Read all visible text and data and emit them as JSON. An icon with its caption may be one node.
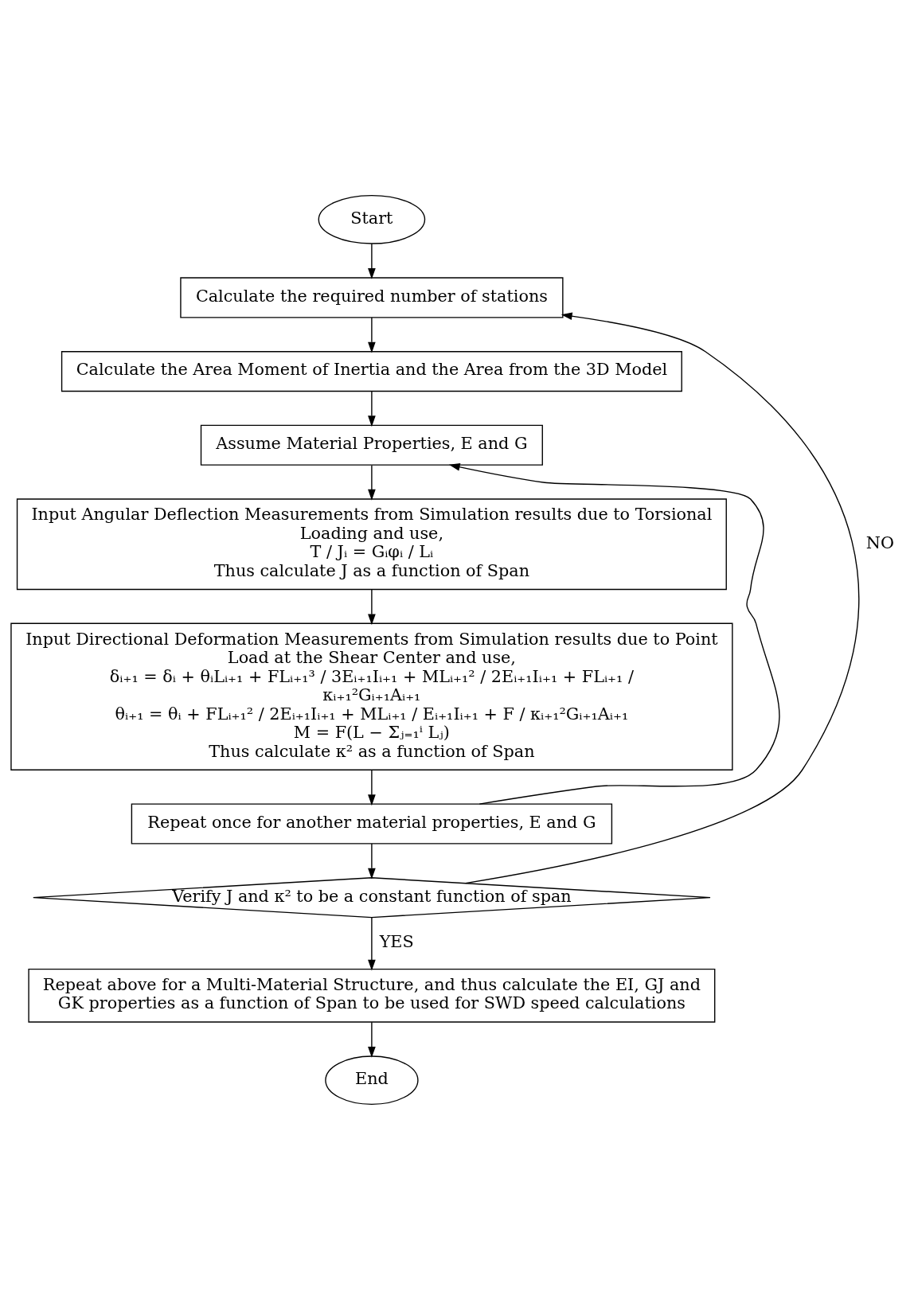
{
  "diagram": {
    "nodes": [
      {
        "text": [
          "Start"
        ]
      },
      {
        "text": [
          "Calculate the required number of stations"
        ]
      },
      {
        "text": [
          "Calculate the Area Moment of Inertia and the Area from the 3D Model"
        ]
      },
      {
        "text": [
          "Assume Material Properties, E and G"
        ]
      },
      {
        "text": [
          "Input Angular Deflection Measurements from Simulation results due to Torsional Loading and use,",
          "T / Jᵢ = Gᵢφᵢ / Lᵢ",
          "Thus calculate J as a function of Span"
        ]
      },
      {
        "text": [
          "Input Directional Deformation Measurements from Simulation results due to Point Load at the Shear Center and use,",
          "δᵢ₊₁ = δᵢ + θᵢLᵢ₊₁ + FLᵢ₊₁³ / 3Eᵢ₊₁Iᵢ₊₁ + MLᵢ₊₁² / 2Eᵢ₊₁Iᵢ₊₁ + FLᵢ₊₁ / κᵢ₊₁²Gᵢ₊₁Aᵢ₊₁",
          "θᵢ₊₁ = θᵢ + FLᵢ₊₁² / 2Eᵢ₊₁Iᵢ₊₁ + MLᵢ₊₁ / Eᵢ₊₁Iᵢ₊₁ + F / κᵢ₊₁²Gᵢ₊₁Aᵢ₊₁",
          "M = F(L − Σⱼ₌₁ⁱ Lⱼ)",
          "Thus calculate κ² as a function of Span"
        ]
      },
      {
        "text": [
          "Repeat once for another material properties, E and G"
        ]
      },
      {
        "text": [
          "Verify J and κ² to be a constant function of span"
        ]
      },
      {
        "text": [
          "Repeat above for a Multi-Material Structure, and thus calculate the EI, GJ and GK properties as a function of Span to be used for SWD speed calculations"
        ]
      },
      {
        "text": [
          "End"
        ]
      }
    ],
    "edges": [
      {
        "from": 0,
        "to": 1,
        "arrow": "to"
      },
      {
        "from": 1,
        "to": 2,
        "arrow": "to"
      },
      {
        "from": 2,
        "to": 3,
        "arrow": "to"
      },
      {
        "from": 3,
        "to": 4,
        "arrow": "to"
      },
      {
        "from": 4,
        "to": 5,
        "arrow": "to"
      },
      {
        "from": 5,
        "to": 6,
        "arrow": "to"
      },
      {
        "from": 6,
        "to": 3,
        "arrow": "to"
      },
      {
        "from": 6,
        "to": 7,
        "arrow": "to"
      },
      {
        "from": 7,
        "to": 1,
        "arrow": "to",
        "label": "NO"
      },
      {
        "from": 7,
        "to": 8,
        "arrow": "to",
        "label": "YES"
      },
      {
        "from": 8,
        "to": 9,
        "arrow": "to"
      }
    ]
  }
}
